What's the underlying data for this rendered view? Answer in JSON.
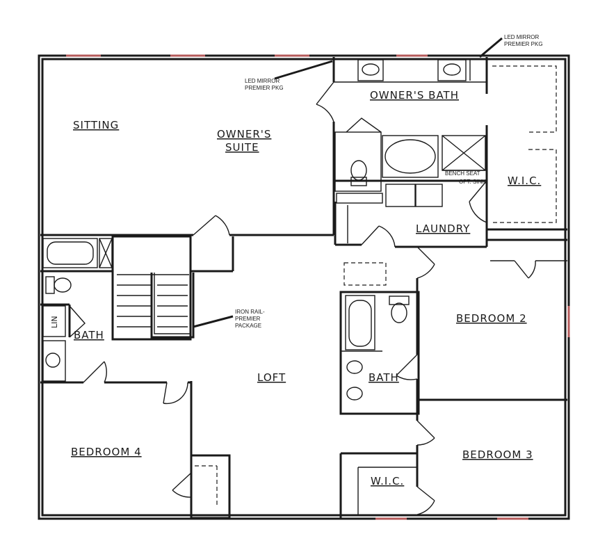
{
  "rooms": {
    "sitting": "SITTING",
    "owners_suite_1": "OWNER'S",
    "owners_suite_2": "SUITE",
    "owners_bath": "OWNER'S BATH",
    "wic_owner": "W.I.C.",
    "laundry": "LAUNDRY",
    "bedroom2": "BEDROOM 2",
    "bath_left": "BATH",
    "bath_mid": "BATH",
    "loft": "LOFT",
    "bedroom4": "BEDROOM 4",
    "bedroom3": "BEDROOM 3",
    "wic_br3": "W.I.C.",
    "lin": "LIN"
  },
  "notes": {
    "led_mirror_a_1": "LED MIRROR",
    "led_mirror_a_2": "PREMIER PKG",
    "led_mirror_b_1": "LED MIRROR",
    "led_mirror_b_2": "PREMIER PKG",
    "bench_seat": "BENCH SEAT",
    "opt_sink": "OPT. SINK",
    "iron_rail_1": "IRON RAIL-",
    "iron_rail_2": "PREMIER",
    "iron_rail_3": "PACKAGE"
  },
  "colors": {
    "wall": "#1a1a1a",
    "window": "#b55a5a"
  }
}
